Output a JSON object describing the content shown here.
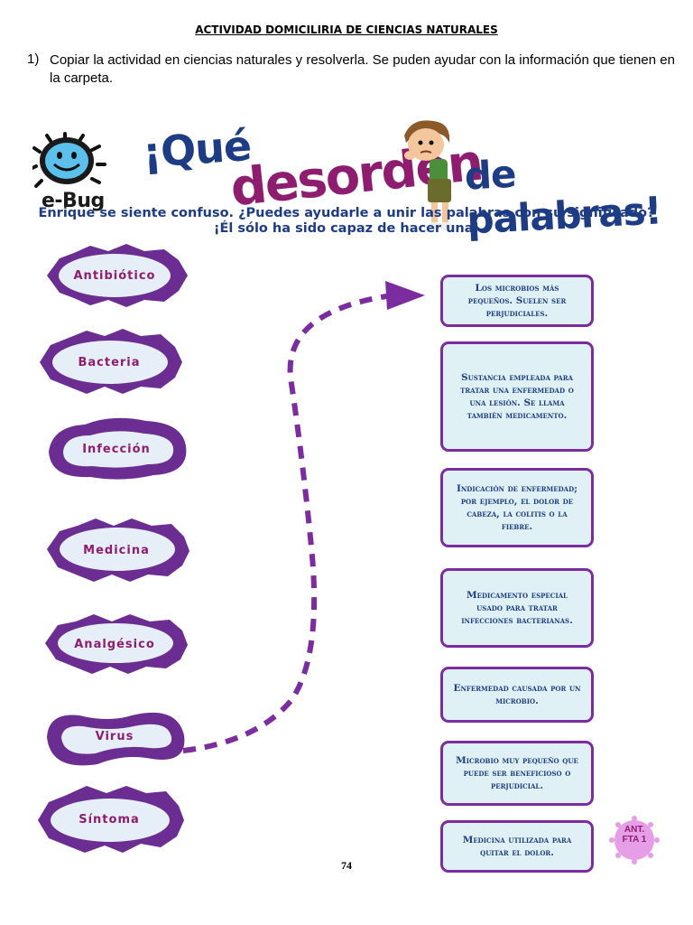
{
  "header": {
    "title": "ACTIVIDAD DOMICILIRIA DE CIENCIAS NATURALES"
  },
  "instruction": {
    "number": "1)",
    "text": "Copiar la actividad en ciencias naturales y resolverla. Se puden ayudar con la información que tienen en la carpeta."
  },
  "banner": {
    "logo_text": "e-Bug",
    "title_part1": "¡Qué",
    "title_part2": "desorden",
    "title_part3": "de palabras!",
    "subtitle_line1": "Enrique se siente confuso. ¿Puedes ayudarle a unir las palabras con su significado?",
    "subtitle_line2": "¡Él sólo ha sido capaz de hacer una!"
  },
  "words": [
    "Antibiótico",
    "Bacteria",
    "Infección",
    "Medicina",
    "Analgésico",
    "Virus",
    "Síntoma"
  ],
  "definitions": [
    "Los microbios más pequeños. Suelen ser perjudiciales.",
    "Sustancia empleada para tratar una enfermedad o una lesión. Se llama también medicamento.",
    "Indicación de enfermedad; por ejemplo, el dolor de cabeza, la colitis o la fiebre.",
    "Medicamento especial usado para tratar infecciones bacterianas.",
    "Enfermedad causada por un microbio.",
    "Microbio muy pequeño que puede ser beneficioso o perjudicial.",
    "Medicina utilizada para quitar el dolor."
  ],
  "badge": {
    "line1": "ANT.",
    "line2": "FTA 1"
  },
  "page_number": "74",
  "colors": {
    "purple": "#7b2c9f",
    "magenta": "#8e1d70",
    "navy": "#1e3c84",
    "light_blue": "#dff1f5"
  }
}
